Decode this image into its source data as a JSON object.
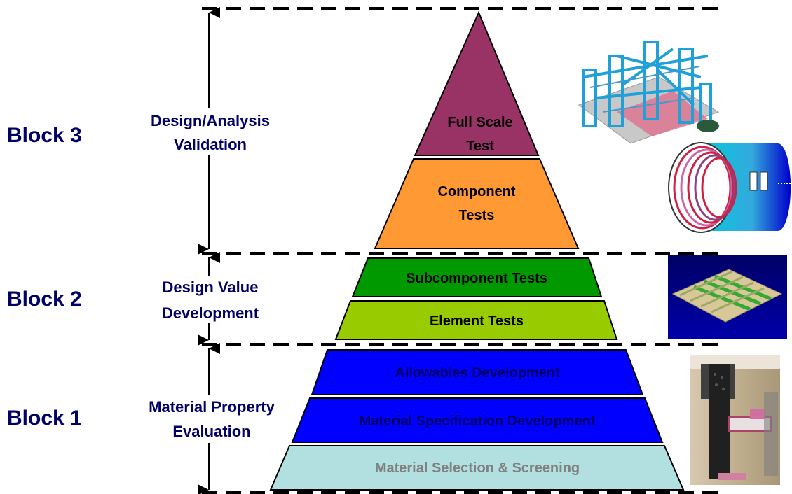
{
  "blocks": [
    {
      "label": "Block 3",
      "phase_lines": [
        "Design/Analysis",
        "Validation"
      ]
    },
    {
      "label": "Block 2",
      "phase_lines": [
        "Design Value",
        "Development"
      ]
    },
    {
      "label": "Block 1",
      "phase_lines": [
        "Material Property",
        "Evaluation"
      ]
    }
  ],
  "tiers": [
    {
      "lines": [
        "Full Scale",
        "Test"
      ],
      "fill": "#993366",
      "text_color": "#000000"
    },
    {
      "lines": [
        "Component",
        "Tests"
      ],
      "fill": "#ff9933",
      "text_color": "#000000"
    },
    {
      "lines": [
        "Subcomponent Tests"
      ],
      "fill": "#009900",
      "text_color": "#000000"
    },
    {
      "lines": [
        "Element Tests"
      ],
      "fill": "#99cc00",
      "text_color": "#000000"
    },
    {
      "lines": [
        "Allowables Development"
      ],
      "fill": "#0000ff",
      "text_color": "#000066"
    },
    {
      "lines": [
        "Material Specification Development"
      ],
      "fill": "#0000ff",
      "text_color": "#000066"
    },
    {
      "lines": [
        "Material Selection & Screening"
      ],
      "fill": "#b2e0e0",
      "text_color": "#808080"
    }
  ],
  "colors": {
    "block_label": "#000066",
    "phase_label": "#000066",
    "divider": "#000000",
    "outline": "#000000"
  },
  "images": [
    {
      "name": "full-scale-structure-image",
      "depicts": "aircraft fuselage test rig"
    },
    {
      "name": "fuselage-barrel-image",
      "depicts": "fuselage barrel section"
    },
    {
      "name": "stiffened-panel-image",
      "depicts": "stiffened panel"
    },
    {
      "name": "coupon-test-photo",
      "depicts": "coupon test fixture"
    }
  ]
}
